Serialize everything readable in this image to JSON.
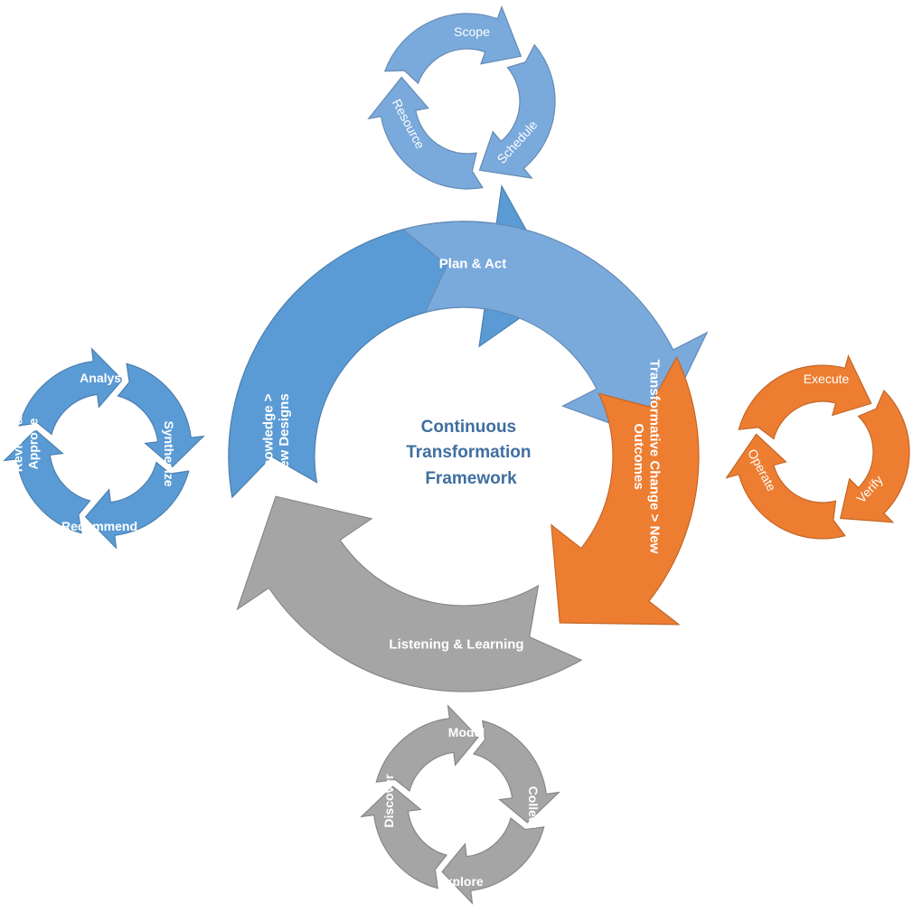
{
  "center": {
    "title_lines": [
      "Continuous",
      "Transformation",
      "Framework"
    ],
    "title_color": "#3f6fa0"
  },
  "colors": {
    "blue": "#5b9bd5",
    "blue_light": "#7aa9dc",
    "orange": "#ed7d31",
    "gray": "#a5a5a5",
    "label": "#ffffff"
  },
  "main_cycle": {
    "segments": [
      {
        "label_lines": [
          "Plan & Act"
        ],
        "color": "#7aa9dc"
      },
      {
        "label_lines": [
          "Transformative Change > New",
          "Outcomes"
        ],
        "color": "#ed7d31"
      },
      {
        "label_lines": [
          "Listening & Learning"
        ],
        "color": "#a5a5a5"
      },
      {
        "label_lines": [
          "Knowledge >",
          "New Designs"
        ],
        "color": "#5b9bd5"
      }
    ]
  },
  "satellites": {
    "top": {
      "color": "#7aa9dc",
      "bold": false,
      "labels": [
        "Scope",
        "Schedule",
        "Resource"
      ]
    },
    "right": {
      "color": "#ed7d31",
      "bold": false,
      "labels": [
        "Execute",
        "Verify",
        "Operate"
      ]
    },
    "bottom": {
      "color": "#a5a5a5",
      "bold": true,
      "labels": [
        "Model",
        "Collect",
        "Explore",
        "Discover"
      ]
    },
    "left": {
      "color": "#5b9bd5",
      "bold": true,
      "labels": [
        "Analyse",
        "Synthesize",
        "Recommend",
        "Review & Approve"
      ]
    }
  }
}
